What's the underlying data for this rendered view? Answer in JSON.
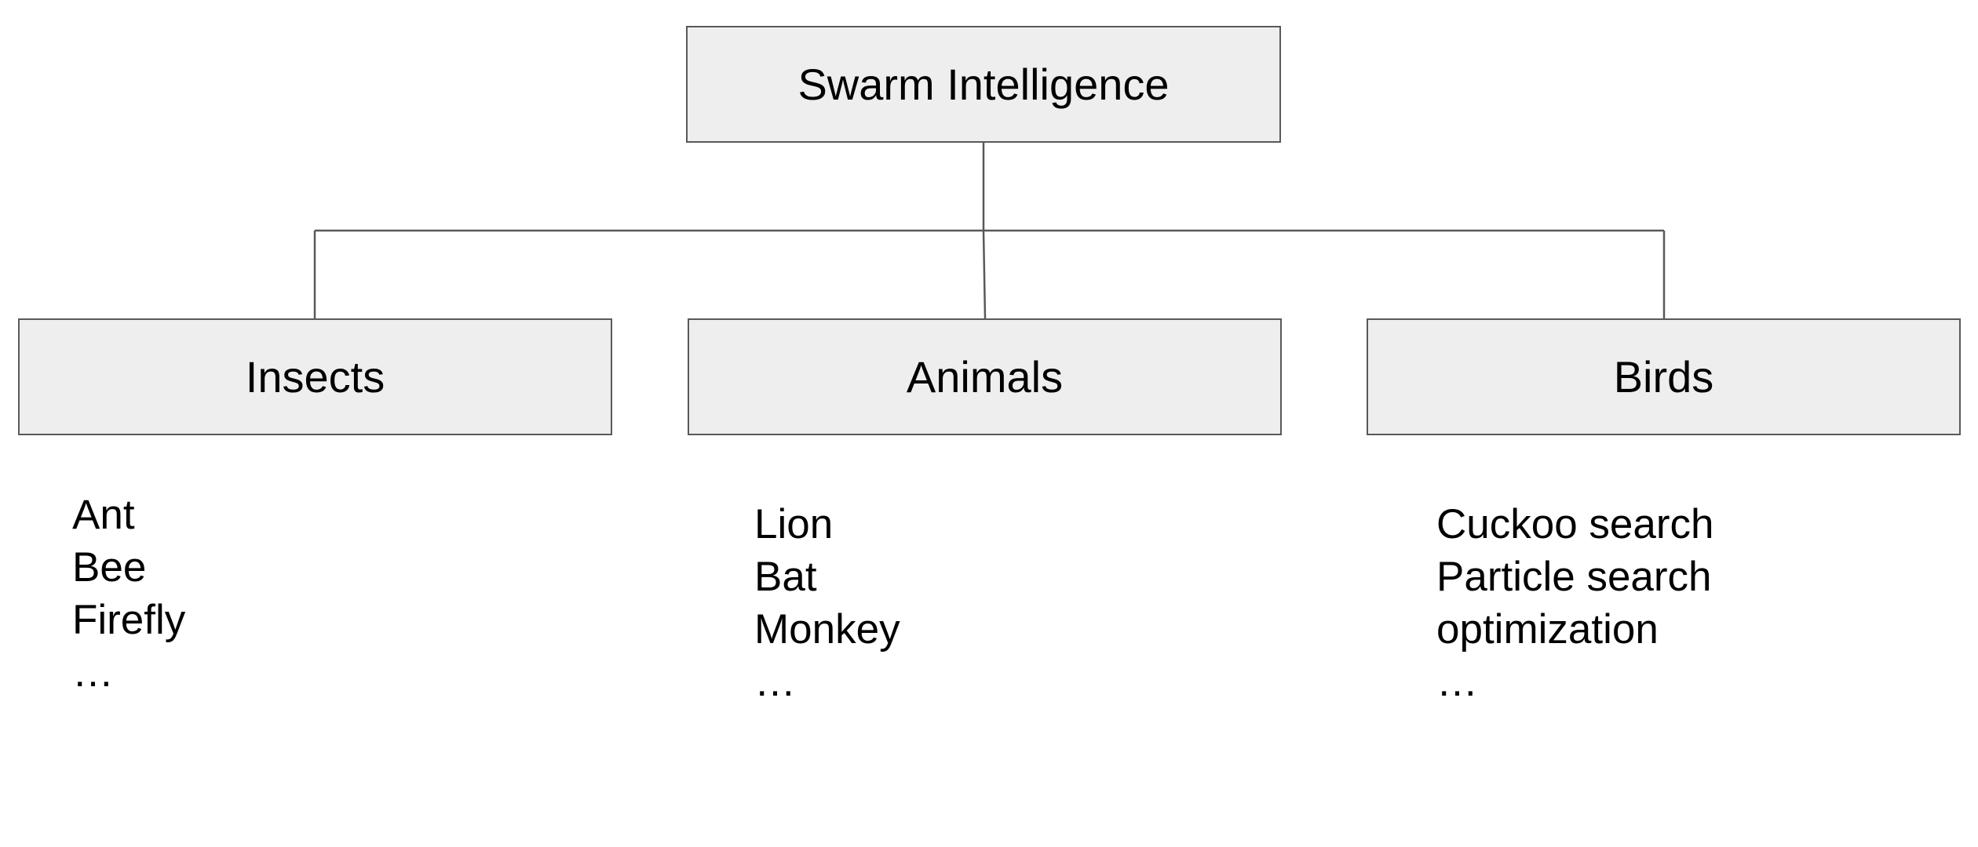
{
  "diagram": {
    "root": {
      "label": "Swarm Intelligence"
    },
    "children": [
      {
        "label": "Insects",
        "items": [
          "Ant",
          "Bee",
          "Firefly",
          "…"
        ]
      },
      {
        "label": "Animals",
        "items": [
          "Lion",
          "Bat",
          "Monkey",
          "…"
        ]
      },
      {
        "label": "Birds",
        "items": [
          "Cuckoo search",
          "Particle search",
          "optimization",
          "…"
        ]
      }
    ]
  },
  "colors": {
    "node_fill": "#eeeeee",
    "node_border": "#595959",
    "connector": "#595959",
    "text": "#000000",
    "background": "#ffffff"
  }
}
